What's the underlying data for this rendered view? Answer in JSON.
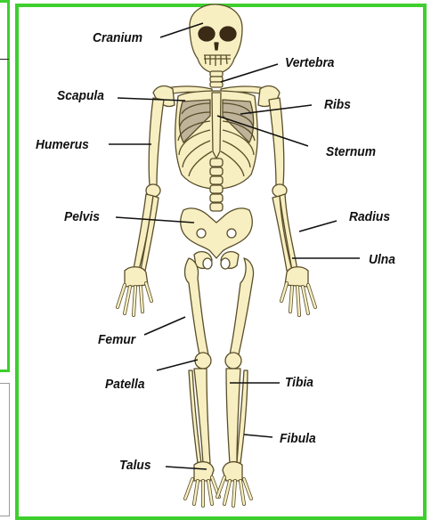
{
  "labels": {
    "cranium": "Cranium",
    "vertebra": "Vertebra",
    "scapula": "Scapula",
    "ribs": "Ribs",
    "humerus": "Humerus",
    "sternum": "Sternum",
    "pelvis": "Pelvis",
    "radius": "Radius",
    "ulna": "Ulna",
    "femur": "Femur",
    "patella": "Patella",
    "tibia": "Tibia",
    "fibula": "Fibula",
    "talus": "Talus"
  },
  "colors": {
    "frame": "#3ecf2e",
    "bone": "#f7efc1",
    "bone_outline": "#5a4e2a",
    "rib_shade": "#bfb49a",
    "line": "#111111"
  }
}
